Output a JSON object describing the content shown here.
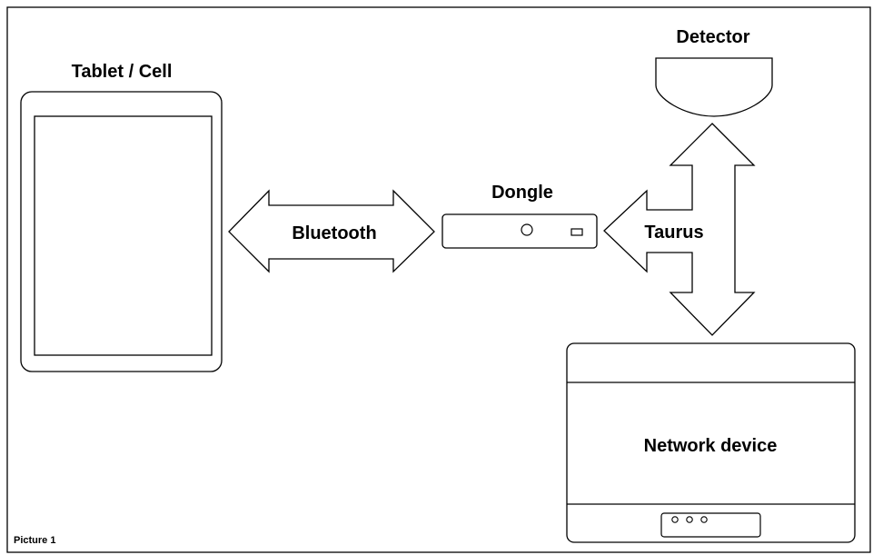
{
  "labels": {
    "tablet": "Tablet / Cell",
    "detector": "Detector",
    "dongle": "Dongle",
    "bluetooth": "Bluetooth",
    "taurus": "Taurus",
    "network_device": "Network device",
    "caption": "Picture 1"
  },
  "colors": {
    "stroke": "#000000",
    "fill": "#ffffff"
  }
}
